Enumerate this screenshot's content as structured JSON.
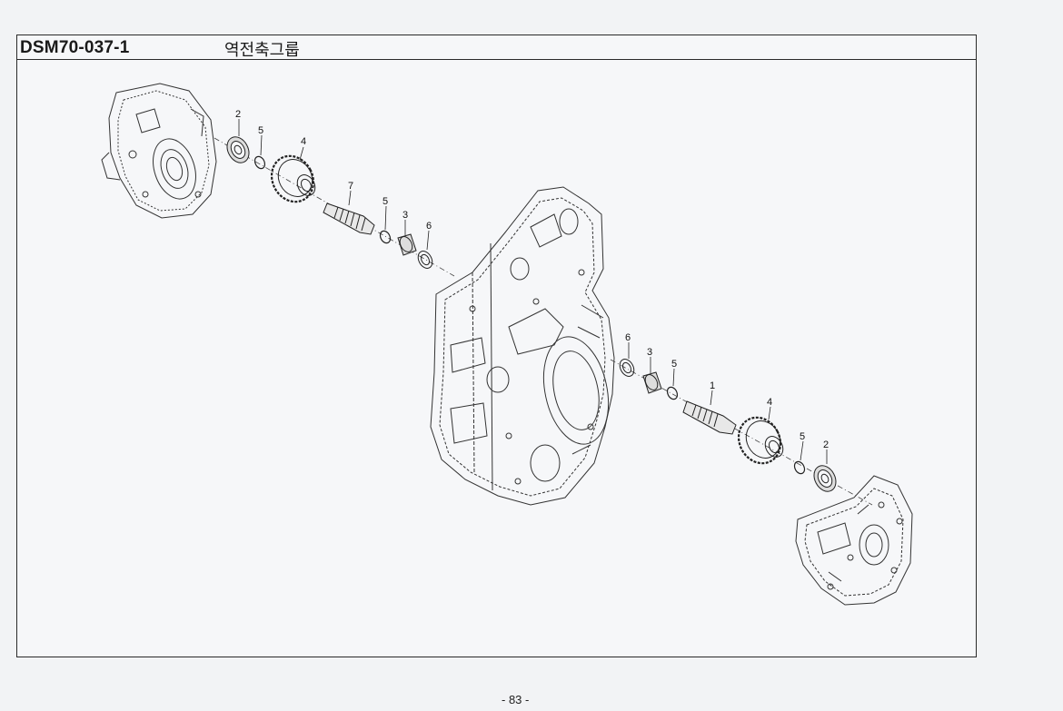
{
  "header": {
    "code": "DSM70-037-1",
    "title": "역전축그룹"
  },
  "callouts": {
    "upper": {
      "bearing": "2",
      "snap_ring_a": "5",
      "gear": "4",
      "shaft": "7",
      "snap_ring_b": "5",
      "needle_bearing": "3",
      "washer": "6"
    },
    "lower": {
      "washer": "6",
      "needle_bearing": "3",
      "snap_ring_a": "5",
      "shaft": "1",
      "gear": "4",
      "snap_ring_b": "5",
      "bearing": "2"
    }
  },
  "footer": {
    "page_number": "- 83 -"
  }
}
